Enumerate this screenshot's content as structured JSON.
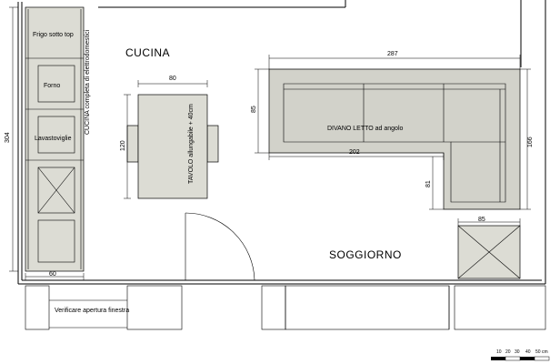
{
  "rooms": {
    "kitchen": "CUCINA",
    "living": "SOGGIORNO"
  },
  "labels": {
    "fridge": "Frigo sotto top",
    "oven": "Forno",
    "dishwasher": "Lavastoviglie",
    "kitchen_unit": "CUCINA completa di elettrodomestici",
    "table": "TAVOLO allungabile + 40cm",
    "sofa": "DIVANO LETTO ad angolo",
    "window_note": "Verificare apertura finestra"
  },
  "dimensions": {
    "kitchen_length": "304",
    "kitchen_depth": "60",
    "table_width": "80",
    "table_length": "120",
    "sofa_total": "287",
    "sofa_depth": "85",
    "sofa_main": "202",
    "sofa_side_depth": "81",
    "sofa_side_length": "166",
    "side_table": "85"
  },
  "scale_bar": {
    "ticks": [
      "10",
      "20",
      "30",
      "40",
      "50 cm"
    ]
  },
  "colors": {
    "furniture": "#dcdcd4",
    "lines": "#000000"
  }
}
